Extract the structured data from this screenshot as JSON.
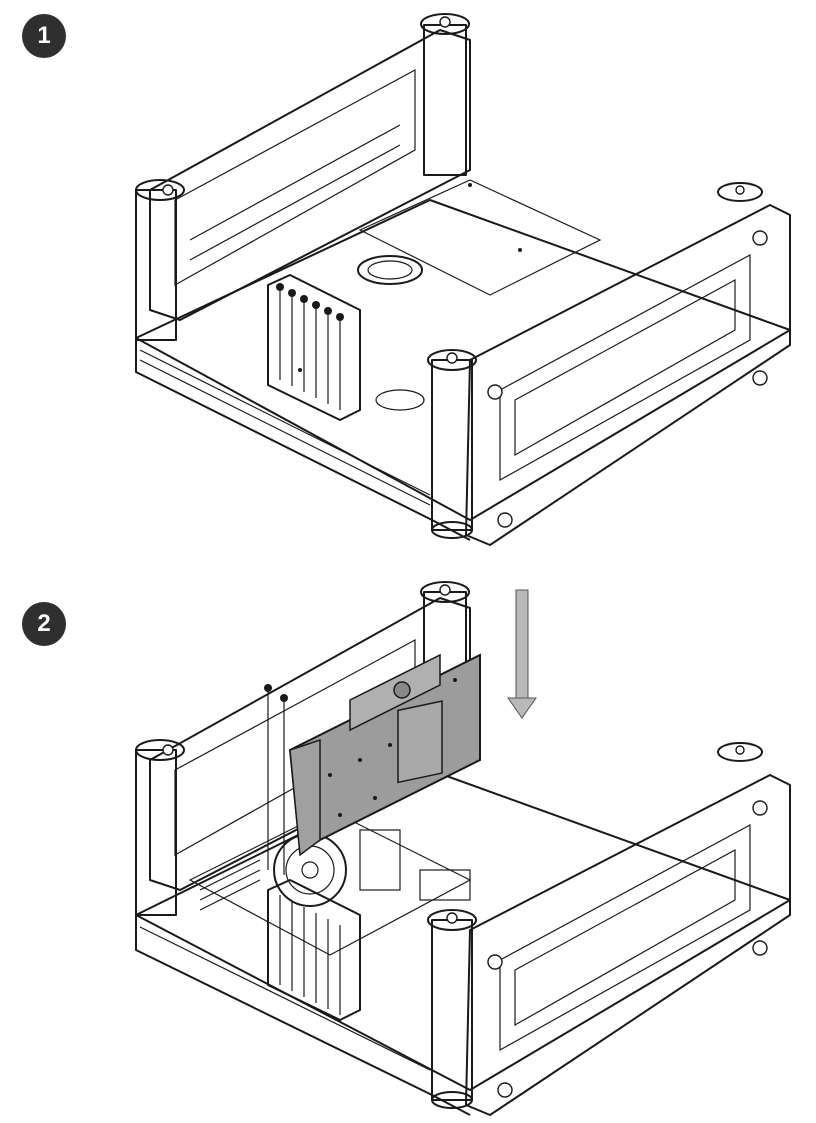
{
  "steps": [
    {
      "number": "1",
      "label": "step-1-illustration"
    },
    {
      "number": "2",
      "label": "step-2-illustration"
    }
  ],
  "colors": {
    "badge": "#2f2f2f",
    "line": "#1a1a1a",
    "gpu": "#9c9c9c",
    "arrow": "#b9b9b9"
  },
  "icons": {
    "insert": "down-arrow-icon"
  }
}
